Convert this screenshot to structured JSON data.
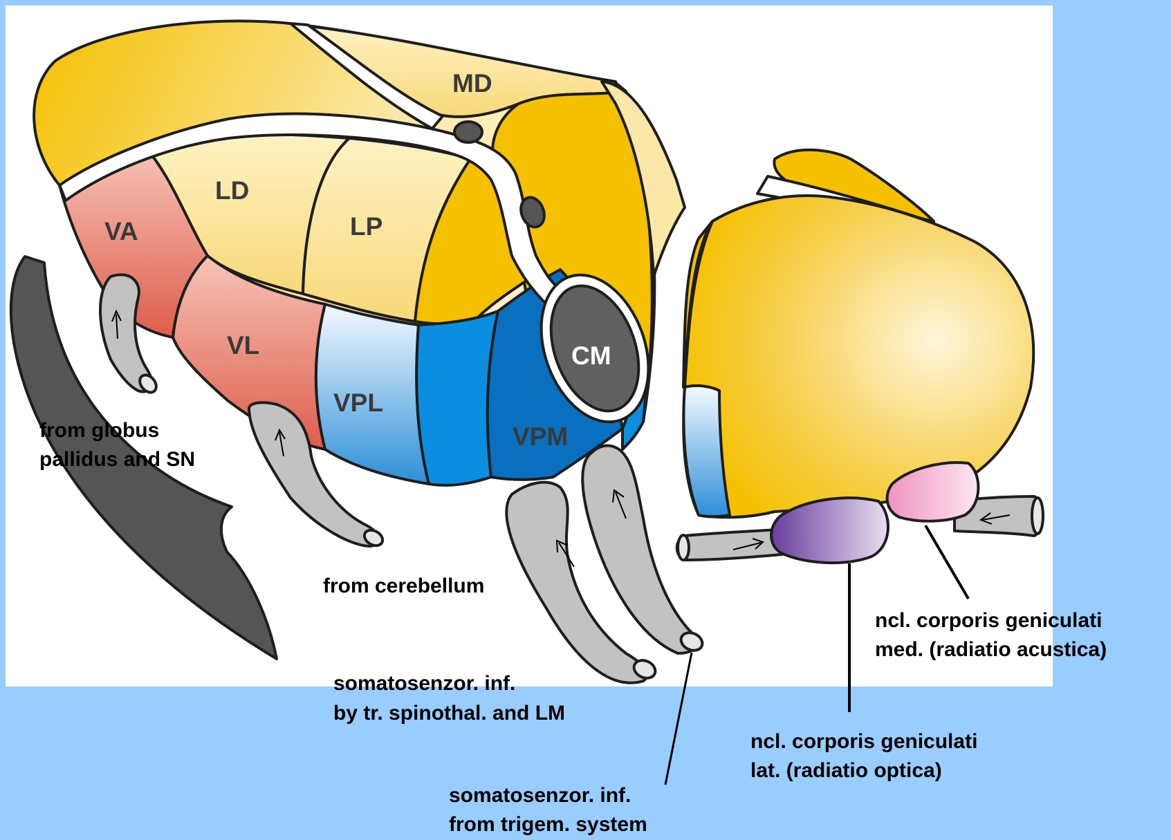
{
  "colors": {
    "background": "#99ccff",
    "panel": "#ffffff",
    "outline": "#1e1e1e",
    "dorsal_yellow": "#f5c000",
    "dorsal_pale": "#fbe8a8",
    "motor_red": "#e06a5a",
    "sensory_blue": "#0b8ee0",
    "sensory_dark_blue": "#0a6fbf",
    "centromedian_gray": "#606060",
    "tract_gray": "#c2c2c2",
    "lateral_geniculate": "#7f58ad",
    "medial_geniculate": "#f2a7cc"
  },
  "regions": {
    "md": "MD",
    "ld": "LD",
    "lp": "LP",
    "va": "VA",
    "vl": "VL",
    "vpl": "VPL",
    "vpm": "VPM",
    "cm": "CM"
  },
  "captions": {
    "globus_line1": "from globus",
    "globus_line2": "pallidus and SN",
    "cerebellum": "from cerebellum",
    "spinothal_line1": "somatosenzor. inf.",
    "spinothal_line2": "by tr. spinothal. and LM",
    "trigem_line1": "somatosenzor. inf.",
    "trigem_line2": "from trigem. system",
    "lat_line1": "ncl. corporis geniculati",
    "lat_line2": "lat. (radiatio optica)",
    "med_line1": "ncl. corporis geniculati",
    "med_line2": "med. (radiatio acustica)"
  },
  "icons": {
    "tract_arrow": "up-arrow-icon"
  }
}
